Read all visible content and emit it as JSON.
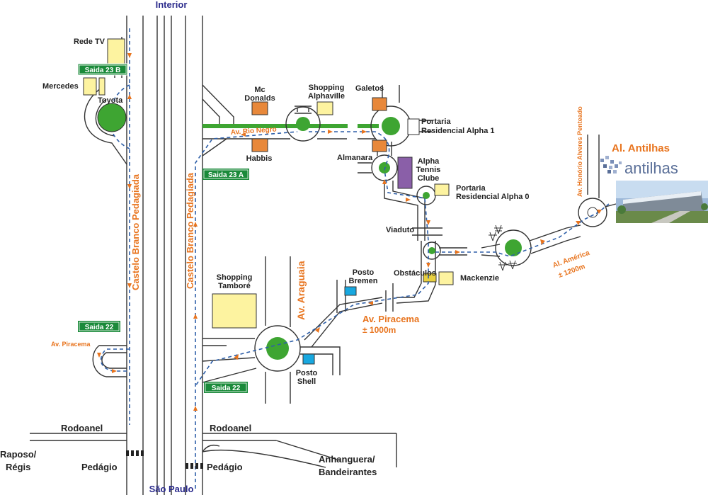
{
  "colors": {
    "route": "#2e5fa8",
    "arrow": "#e8741e",
    "orange_text": "#e8741e",
    "blue_text": "#2b2b8c",
    "exit_green": "#1a8a3a",
    "roundabout_green": "#3ea532",
    "bldg_yellow": "#fdf3a0",
    "bldg_orange": "#e8883a",
    "bldg_purple": "#8a5fa8",
    "bldg_blue": "#18a8e0"
  },
  "directions": {
    "north": "Interior",
    "south": "São Paulo"
  },
  "highways": {
    "west": "Castelo Branco Pedagiada",
    "east": "Castelo Branco Pedagiada"
  },
  "exits": {
    "e23b": "Saida 23 B",
    "e23a": "Saida 23 A",
    "e22w": "Saida 22",
    "e22e": "Saida 22"
  },
  "streets": {
    "rio_negro": "Av. Rio Negro",
    "araguaia": "Av. Araguaia",
    "piracema_left": "Av. Piracema",
    "piracema_main": "Av. Piracema",
    "piracema_dist": "±   1000m",
    "america": "Al. América",
    "america_dist": "±  1200m",
    "honorio": "Av. Honório Alveres Penteado",
    "antilhas": "Al. Antilhas",
    "rodoanel_left": "Rodoanel",
    "rodoanel_right": "Rodoanel",
    "anhanguera_1": "Anhanguera/",
    "anhanguera_2": "Bandeirantes",
    "raposo_1": "Raposo/",
    "raposo_2": "Régis",
    "pedagio_left": "Pedágio",
    "pedagio_right": "Pedágio",
    "viaduto": "Viaduto",
    "obstaculos": "Obstáculos"
  },
  "places": {
    "rede_tv": "Rede TV",
    "mercedes": "Mercedes",
    "toyota": "Toyota",
    "mc_1": "Mc",
    "mc_2": "Donalds",
    "habbis": "Habbis",
    "shopping_alpha_1": "Shopping",
    "shopping_alpha_2": "Alphaville",
    "galetos": "Galetos",
    "portaria1_1": "Portaria",
    "portaria1_2": "Residencial Alpha 1",
    "almanara": "Almanara",
    "alpha_tennis_1": "Alpha",
    "alpha_tennis_2": "Tennis",
    "alpha_tennis_3": "Clube",
    "portaria0_1": "Portaria",
    "portaria0_2": "Residencial Alpha 0",
    "mackenzie": "Mackenzie",
    "shopping_tambore_1": "Shopping",
    "shopping_tambore_2": "Tamboré",
    "posto_bremen_1": "Posto",
    "posto_bremen_2": "Bremen",
    "posto_shell_1": "Posto",
    "posto_shell_2": "Shell"
  },
  "logo": {
    "brand": "antilhas",
    "photo_icon": "building-photo"
  }
}
